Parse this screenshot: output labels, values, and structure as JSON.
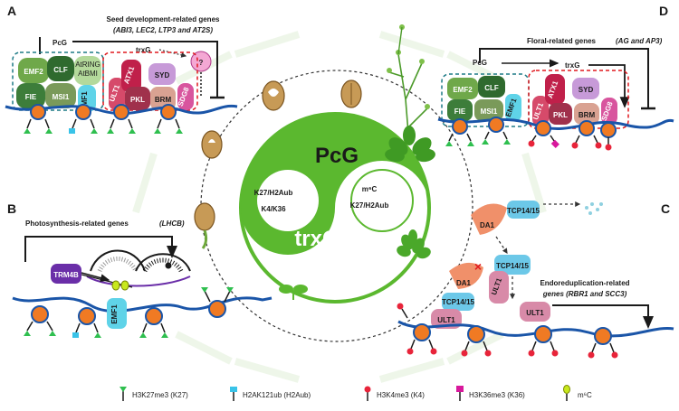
{
  "panels": {
    "a": "A",
    "b": "B",
    "c": "C",
    "d": "D"
  },
  "center": {
    "pcg": "PcG",
    "trxg": "trxG",
    "yin_label_1": "K27/H2Aub",
    "yin_label_2": "K4/K36",
    "yang_label_1": "m⁶C",
    "yang_label_2": "K27/H2Aub"
  },
  "panel_a": {
    "heading": "Seed development-related genes",
    "genes": "(ABI3, LEC2, LTP3 and AT2S)",
    "pcg": "PcG",
    "trxg": "trxG",
    "unknown": "?",
    "prc": [
      "EMF2",
      "CLF",
      "AtRING",
      "AtBMI",
      "FIE",
      "MSI1",
      "EMF1"
    ],
    "trx": [
      "ULT1",
      "ATX1",
      "SYD",
      "PKL",
      "BRM",
      "SDG8"
    ]
  },
  "panel_b": {
    "heading": "Photosynthesis-related genes",
    "genes": "(LHCB)",
    "writer": "TRM4B",
    "reader": "EMF1"
  },
  "panel_c": {
    "heading": "Endoreduplication-related",
    "genes": "genes (RBR1 and SCC3)",
    "proteins": [
      "DA1",
      "TCP14/15",
      "TCP14/15",
      "DA1",
      "ULT1",
      "TCP14/15",
      "ULT1",
      "ULT1"
    ]
  },
  "panel_d": {
    "heading": "Floral-related genes",
    "genes": "(AG and AP3)",
    "pcg": "PcG",
    "trxg": "trxG",
    "prc": [
      "EMF2",
      "CLF",
      "FIE",
      "MSI1",
      "EMF1"
    ],
    "trx": [
      "ULT1",
      "ATX1",
      "SYD",
      "PKL",
      "BRM",
      "SDG8"
    ]
  },
  "legend": [
    {
      "label": "H3K27me3 (K27)",
      "color": "#2fbf4f"
    },
    {
      "label": "H2AK121ub (H2Aub)",
      "color": "#39c3e8"
    },
    {
      "label": "H3K4me3 (K4)",
      "color": "#e8243a"
    },
    {
      "label": "H3K36me3 (K36)",
      "color": "#d8189c"
    },
    {
      "label": "m⁶C",
      "color": "#c8e81c"
    }
  ],
  "colors": {
    "green": "#5bb82f",
    "dna": "#1a55a8",
    "nuc": "#f07a23",
    "pcg_box": "#1d7a86",
    "trx_box": "#e0191f"
  }
}
